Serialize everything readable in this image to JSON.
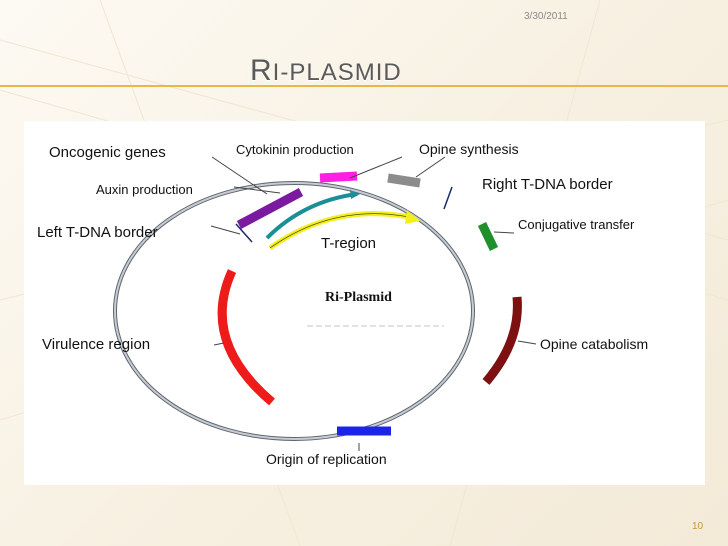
{
  "slide": {
    "date": "3/30/2011",
    "title_big": "R",
    "title_rest": "I-PLASMID",
    "page_number": "10"
  },
  "diagram": {
    "center_label": "Ri-Plasmid",
    "t_region_label": "T-region",
    "labels": {
      "oncogenic_genes": "Oncogenic genes",
      "cytokinin_production": "Cytokinin production",
      "opine_synthesis": "Opine synthesis",
      "right_border": "Right T-DNA border",
      "auxin_production": "Auxin production",
      "conjugative_transfer": "Conjugative transfer",
      "left_border": "Left T-DNA border",
      "virulence_region": "Virulence region",
      "opine_catabolism": "Opine catabolism",
      "origin_of_replication": "Origin of replication"
    },
    "colors": {
      "cytokinin": "#ff1ee6",
      "opine_synthesis": "#8c8c8c",
      "auxin": "#7a1aa0",
      "auxin_arrow": "#1a8f98",
      "t_region_arrow": "#f2ef1a",
      "conjugative": "#1f8f2a",
      "opine_catabolism": "#7d1010",
      "virulence": "#ee1b1b",
      "origin": "#1c24e6",
      "backbone": "#9aa0a8"
    }
  }
}
